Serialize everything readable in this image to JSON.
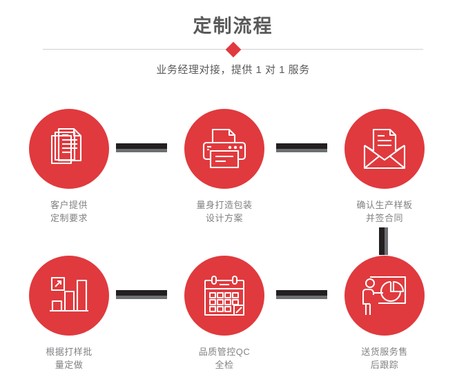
{
  "header": {
    "title": "定制流程",
    "subtitle": "业务经理对接，提供 1 对 1 服务",
    "diamond_color": "#e03a3e",
    "divider_color": "#cfcfcf",
    "title_color": "#58595b"
  },
  "theme": {
    "accent": "#e03a3e",
    "connector_dark": "#231f20",
    "connector_gray": "#6d6e71",
    "label_color": "#808184",
    "background": "#ffffff"
  },
  "steps": [
    {
      "id": 1,
      "icon": "documents-stack-icon",
      "label": "客户提供\n定制要求"
    },
    {
      "id": 2,
      "icon": "printer-icon",
      "label": "量身打造包装\n设计方案"
    },
    {
      "id": 3,
      "icon": "envelope-document-icon",
      "label": "确认生产样板\n并签合同"
    },
    {
      "id": 4,
      "icon": "bar-chart-growth-icon",
      "label": "根据打样批\n量定做"
    },
    {
      "id": 5,
      "icon": "calendar-icon",
      "label": "品质管控QC\n全检"
    },
    {
      "id": 6,
      "icon": "presenter-piechart-icon",
      "label": "送货服务售\n后跟踪"
    }
  ],
  "connectors": [
    {
      "name": "step1-to-step2",
      "orientation": "horizontal"
    },
    {
      "name": "step2-to-step3",
      "orientation": "horizontal"
    },
    {
      "name": "step3-to-step6",
      "orientation": "vertical"
    },
    {
      "name": "step4-to-step5",
      "orientation": "horizontal"
    },
    {
      "name": "step5-to-step6",
      "orientation": "horizontal"
    }
  ]
}
